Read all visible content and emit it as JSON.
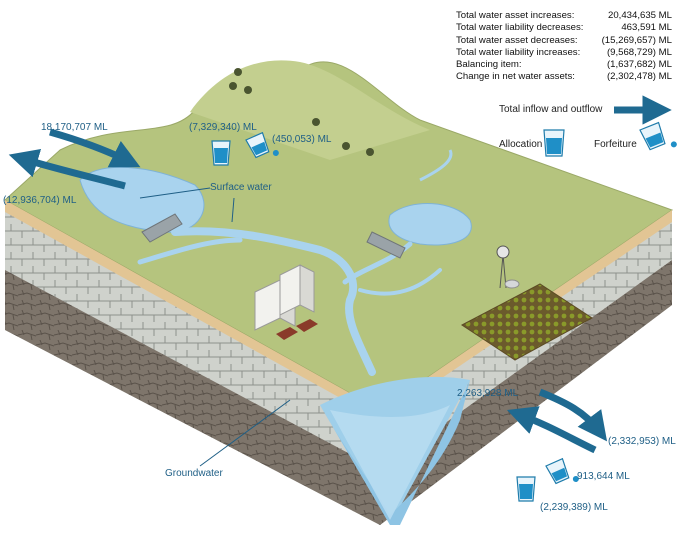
{
  "summary": [
    {
      "label": "Total water asset increases:",
      "value": "20,434,635 ML"
    },
    {
      "label": "Total water liability decreases:",
      "value": "463,591 ML"
    },
    {
      "label": "Total water asset decreases:",
      "value": "(15,269,657) ML"
    },
    {
      "label": "Total water liability increases:",
      "value": "(9,568,729) ML"
    },
    {
      "label": "Balancing item:",
      "value": "(1,637,682) ML"
    },
    {
      "label": "Change in net water assets:",
      "value": "(2,302,478) ML"
    }
  ],
  "legend": {
    "flow": "Total inflow and outflow",
    "allocation": "Allocation",
    "forfeiture": "Forfeiture"
  },
  "surface": {
    "label": "Surface water",
    "inflow": "18,170,707 ML",
    "outflow": "(12,936,704) ML",
    "allocation": "(7,329,340) ML",
    "forfeiture": "(450,053) ML"
  },
  "ground": {
    "label": "Groundwater",
    "inflow": "2,263,928 ML",
    "outflow": "(2,332,953) ML",
    "forfeiture": "913,644 ML",
    "allocation": "(2,239,389) ML"
  },
  "colors": {
    "arrow": "#1f6a91",
    "water": "#a9d3ee",
    "grass": "#b1c17a",
    "rock": "#c9c6bd"
  }
}
